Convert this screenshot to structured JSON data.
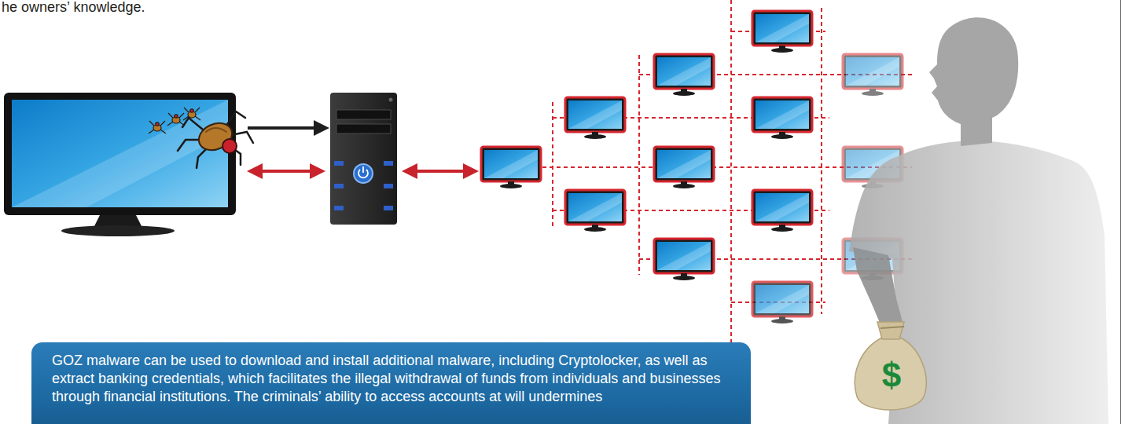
{
  "diagram": {
    "nodes": [
      {
        "text": [
          "GOZ malware can be used to download and install additional malware, including Cryptolocker, as well as extract banking credentials, which facilitates the illegal withdrawal of funds from individuals and businesses through financial institutions. The criminals’ ability to access accounts at will undermines"
        ]
      }
    ],
    "labels": [
      "he owners’ knowledge.",
      "$"
    ]
  }
}
